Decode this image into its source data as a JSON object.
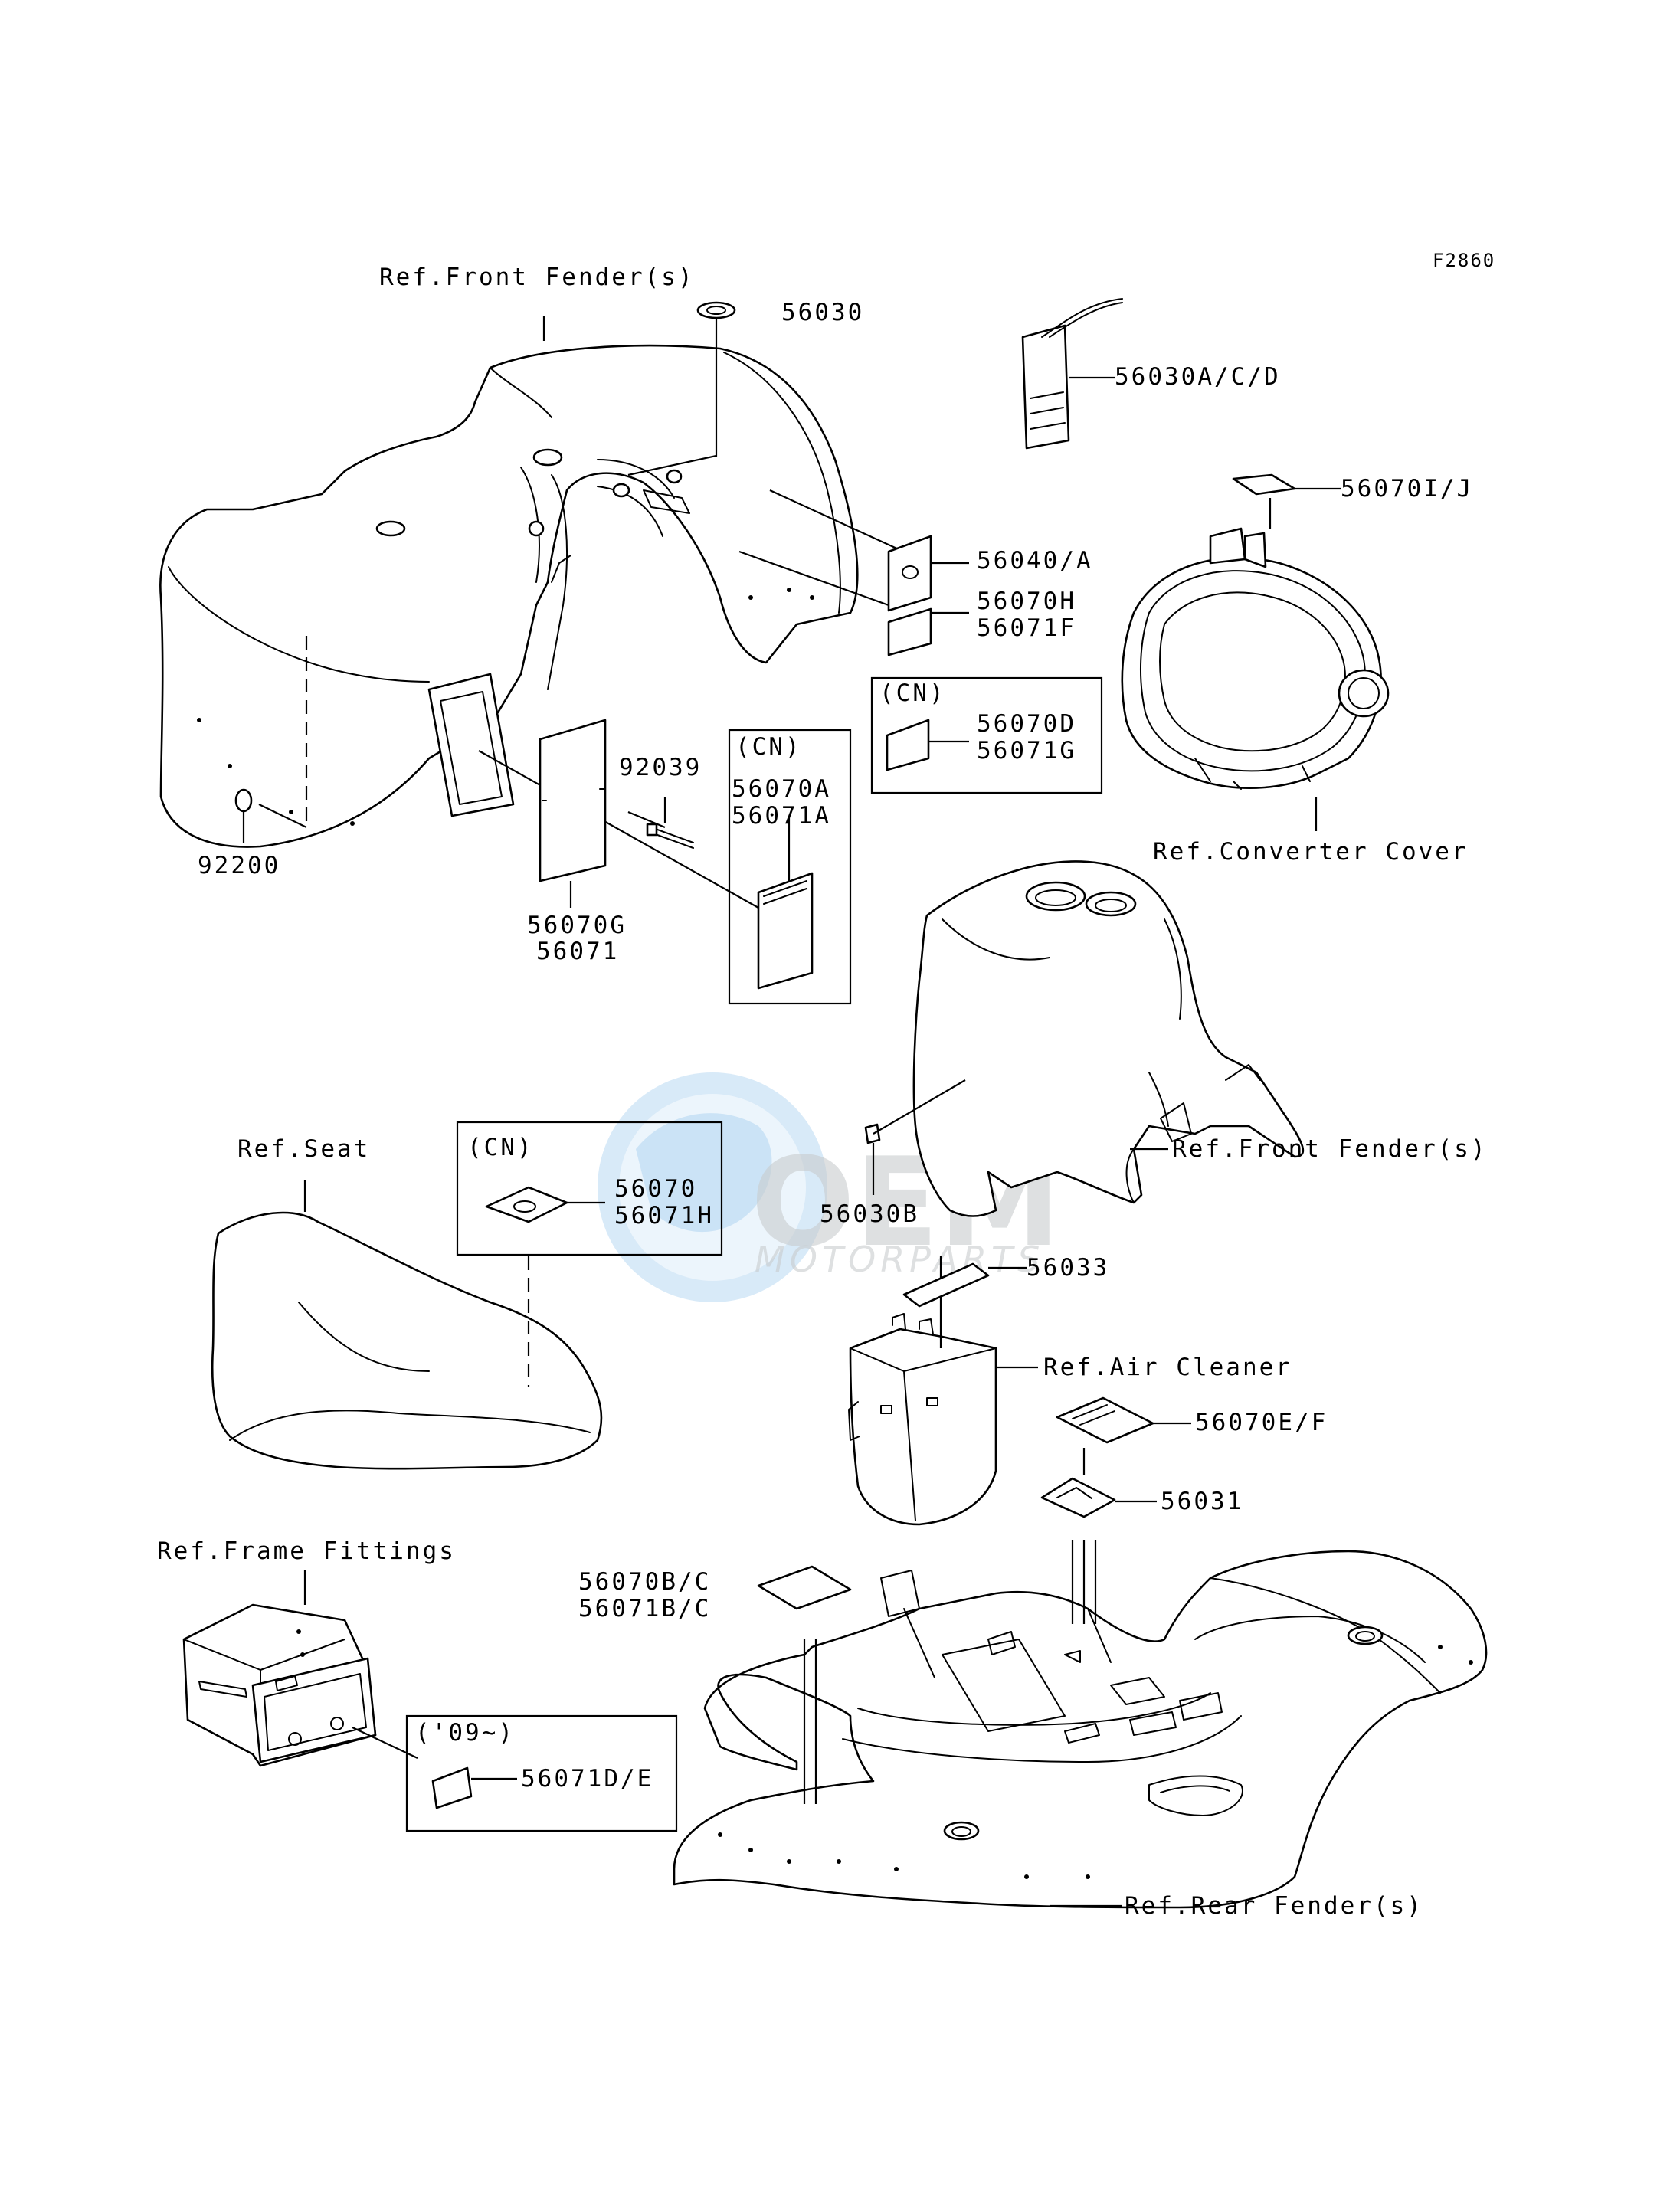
{
  "figure_code": "F2860",
  "labels": {
    "ref_front_fender_top": "Ref.Front Fender(s)",
    "ref_front_fender_mid": "Ref.Front Fender(s)",
    "ref_converter_cover": "Ref.Converter Cover",
    "ref_seat": "Ref.Seat",
    "ref_air_cleaner": "Ref.Air Cleaner",
    "ref_frame_fittings": "Ref.Frame Fittings",
    "ref_rear_fender": "Ref.Rear Fender(s)",
    "cn_1": "(CN)",
    "cn_2": "(CN)",
    "cn_3": "(CN)",
    "year_09": "('09~)"
  },
  "parts": {
    "p56030": "56030",
    "p56030acd": "56030A/C/D",
    "p56070ij": "56070I/J",
    "p56040a": "56040/A",
    "p56070h": "56070H",
    "p56071f": "56071F",
    "p56070d": "56070D",
    "p56071g": "56071G",
    "p92039": "92039",
    "p56070a": "56070A",
    "p56071a": "56071A",
    "p92200": "92200",
    "p56070g": "56070G",
    "p56071": "56071",
    "p56070": "56070",
    "p56071h": "56071H",
    "p56030b": "56030B",
    "p56033": "56033",
    "p56070ef": "56070E/F",
    "p56031": "56031",
    "p56070bc": "56070B/C",
    "p56071bc": "56071B/C",
    "p56071de": "56071D/E"
  },
  "watermark": {
    "brand": "OEM",
    "sub": "MOTORPARTS",
    "color": "#c9ccce",
    "globe_color": "#8fc4ea"
  }
}
